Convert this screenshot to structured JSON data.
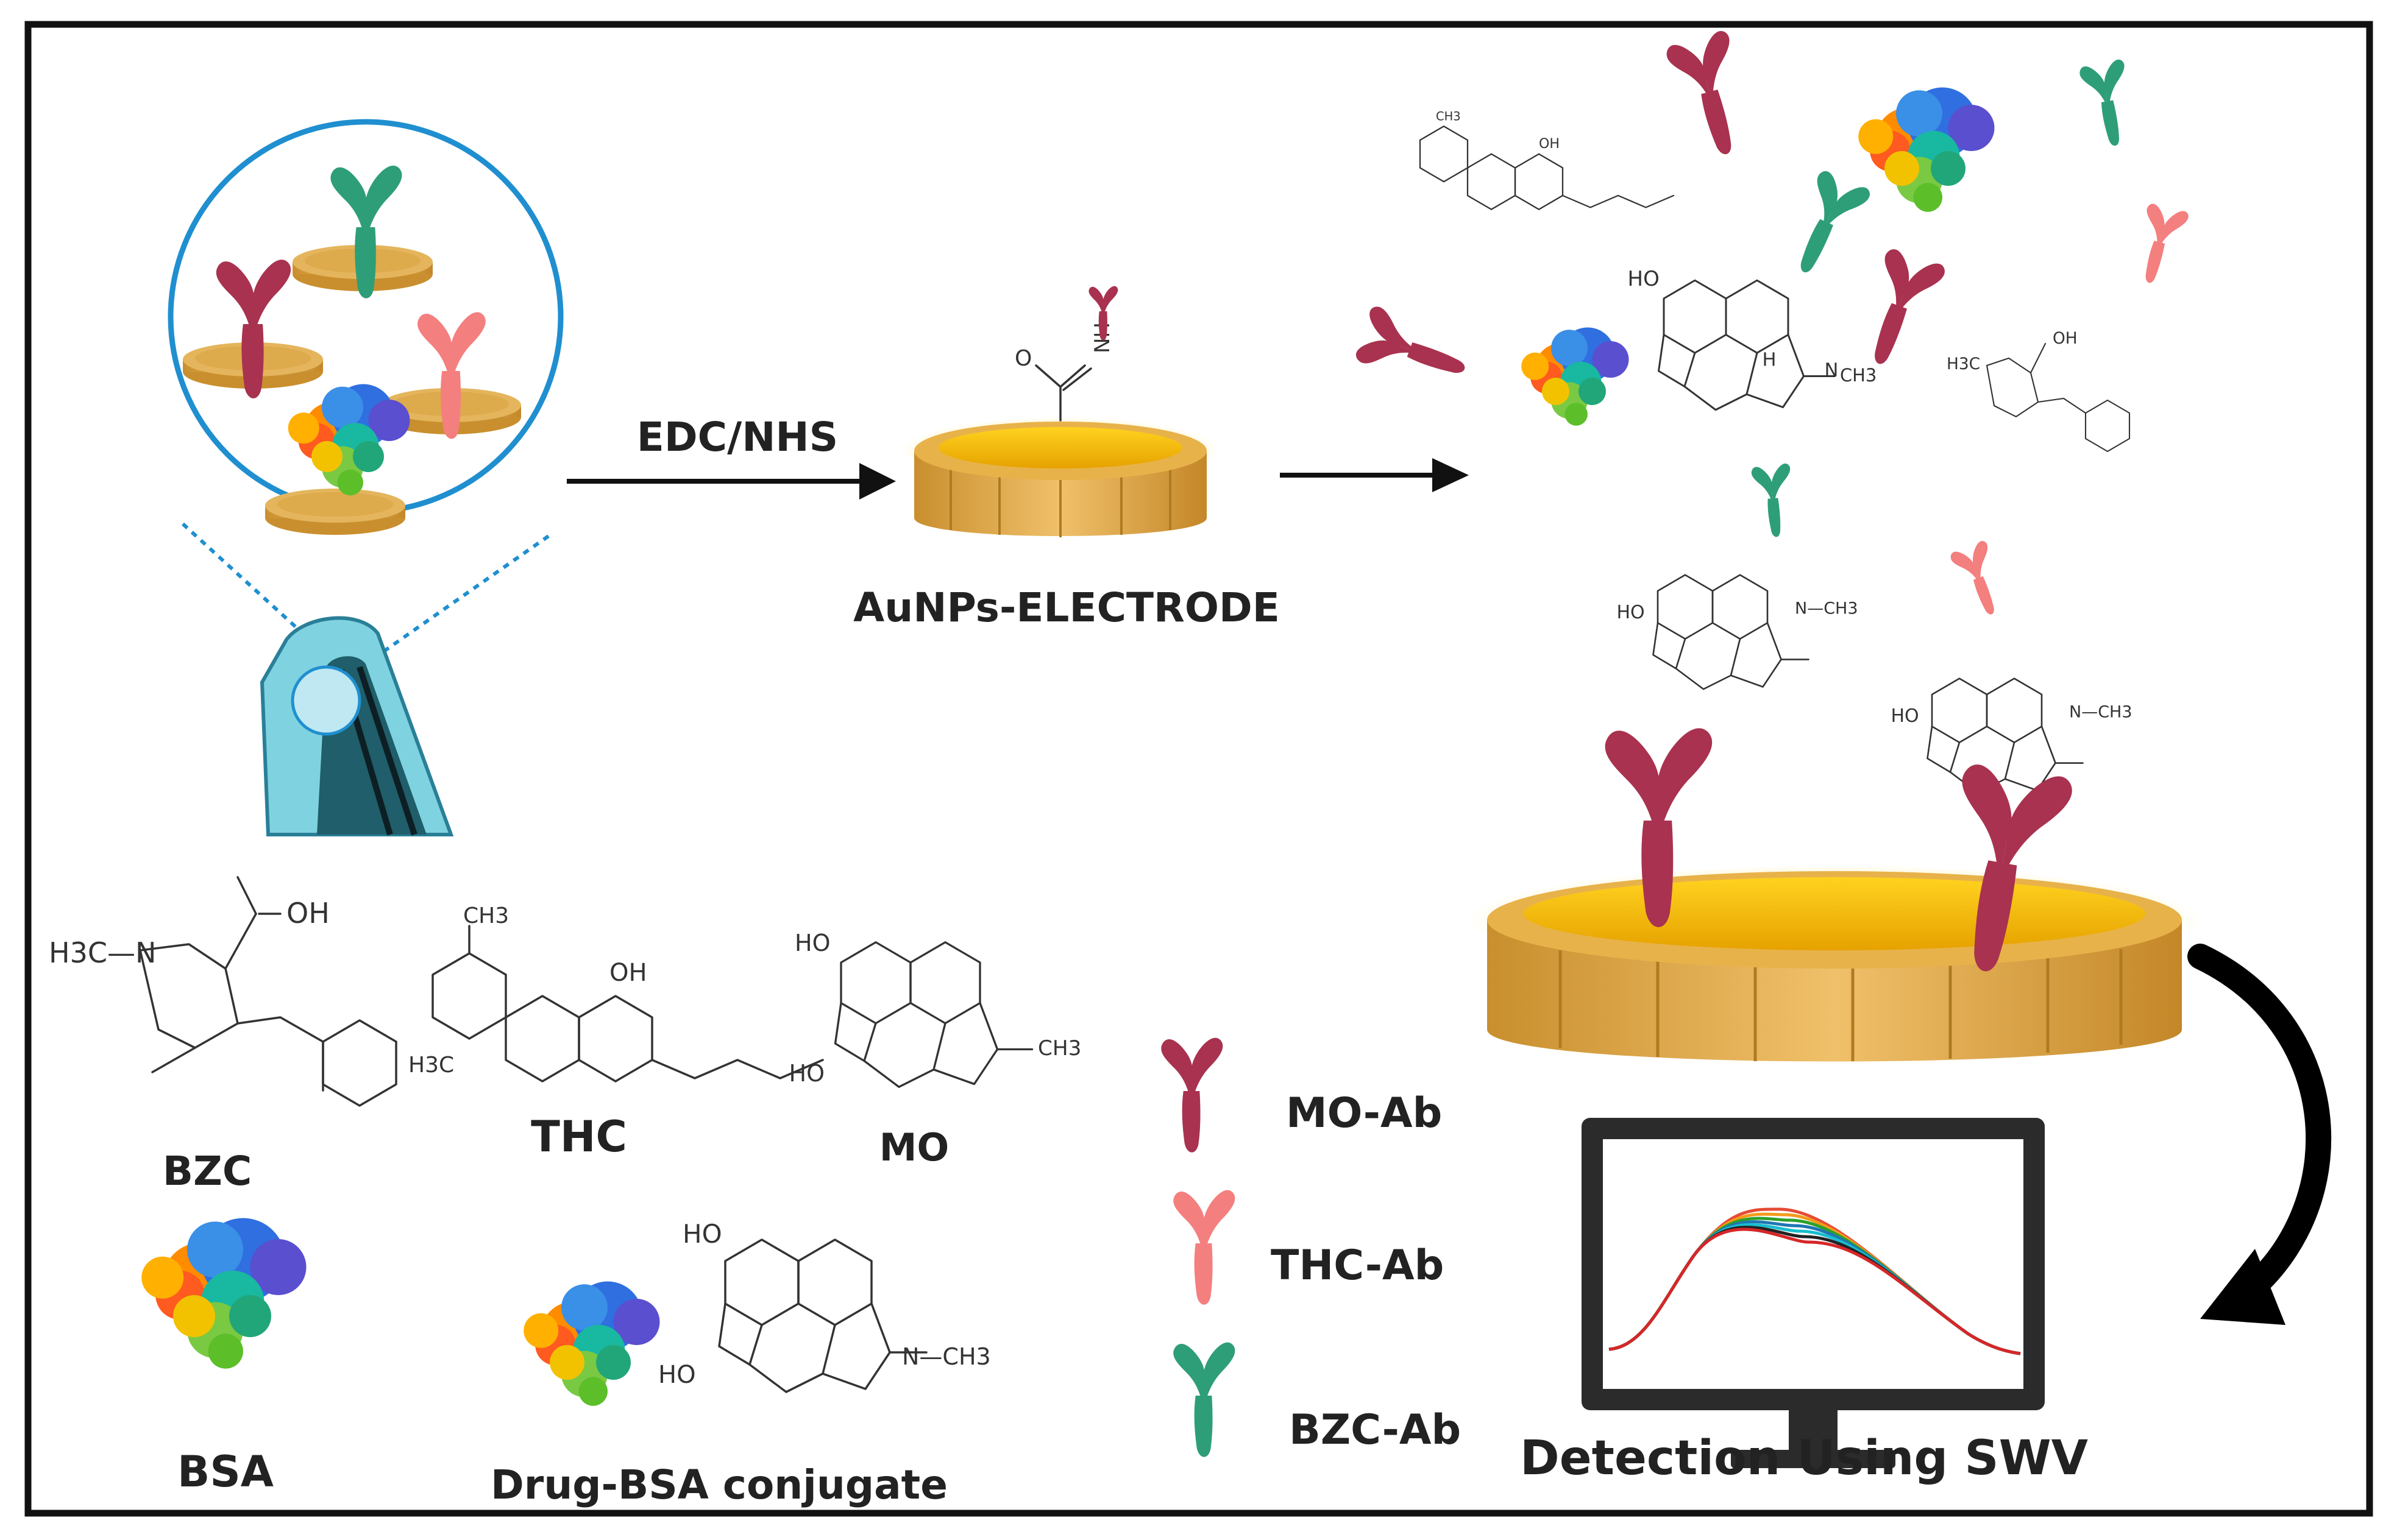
{
  "labels": {
    "edc_nhs": "EDC/NHS",
    "electrode": "AuNPs-ELECTRODE",
    "bzc": "BZC",
    "thc": "THC",
    "mo": "MO",
    "bsa": "BSA",
    "conjugate": "Drug-BSA conjugate",
    "detection": "Detection Using SWV"
  },
  "legend": [
    {
      "label": "MO-Ab",
      "color": "#a8324f"
    },
    {
      "label": "THC-Ab",
      "color": "#f47f7f"
    },
    {
      "label": "BZC-Ab",
      "color": "#2e9e78"
    }
  ],
  "chem_text": {
    "oh": "OH",
    "ho": "HO",
    "h": "H",
    "n": "N",
    "ch3": "CH3",
    "n_ch3": "N—CH3",
    "h3c_n": "H3C—N",
    "o": "O",
    "nh": "NH",
    "h3c": "H3C"
  },
  "colors": {
    "gold_top": "#f4b400",
    "gold_side": "#d9a441",
    "circle_border": "#1f8fd0",
    "monitor": "#2b2b2b",
    "frame": "#111111"
  },
  "swv_curves": [
    "#e64b35",
    "#f39b1a",
    "#2ca02c",
    "#1f77b4",
    "#17becf",
    "#222222",
    "#d62728"
  ]
}
